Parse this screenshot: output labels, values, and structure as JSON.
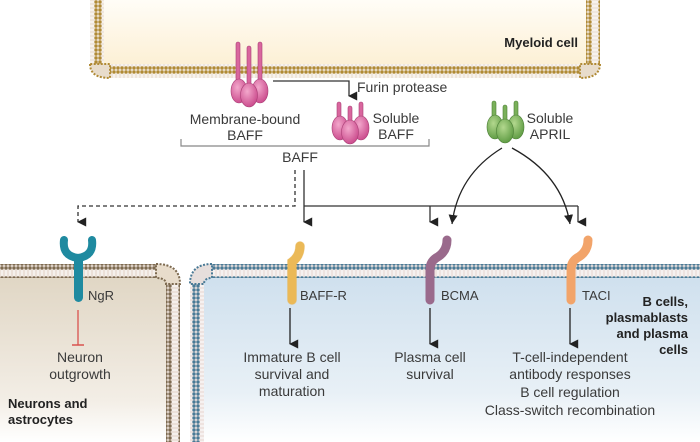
{
  "title": "BAFF and APRIL signaling pathways",
  "colors": {
    "baff": "#d9669e",
    "april": "#7ab05a",
    "ngr": "#1f8aa0",
    "baffr": "#f2c260",
    "bcma": "#9a6a8c",
    "taci": "#f2a46a",
    "inhibit": "#d9534f",
    "myeloid_fill": "#fdf4de",
    "neuron_fill": "#e6ddcb",
    "bcell_fill": "#d3e3ef"
  },
  "cells": {
    "myeloid": "Myeloid cell",
    "neurons_line1": "Neurons and",
    "neurons_line2": "astrocytes",
    "bcells_line1": "B cells,",
    "bcells_line2": "plasmablasts",
    "bcells_line3": "and plasma",
    "bcells_line4": "cells"
  },
  "ligands": {
    "membrane_baff_line1": "Membrane-bound",
    "membrane_baff_line2": "BAFF",
    "furin": "Furin protease",
    "soluble_baff_line1": "Soluble",
    "soluble_baff_line2": "BAFF",
    "soluble_april_line1": "Soluble",
    "soluble_april_line2": "APRIL",
    "baff_group": "BAFF"
  },
  "receptors": {
    "ngr": "NgR",
    "baffr": "BAFF-R",
    "bcma": "BCMA",
    "taci": "TACI"
  },
  "outcomes": {
    "ngr_line1": "Neuron",
    "ngr_line2": "outgrowth",
    "baffr_line1": "Immature B cell",
    "baffr_line2": "survival and",
    "baffr_line3": "maturation",
    "bcma_line1": "Plasma cell",
    "bcma_line2": "survival",
    "taci_line1": "T-cell-independent",
    "taci_line2": "antibody responses",
    "taci_line3": "B cell regulation",
    "taci_line4": "Class-switch recombination"
  }
}
